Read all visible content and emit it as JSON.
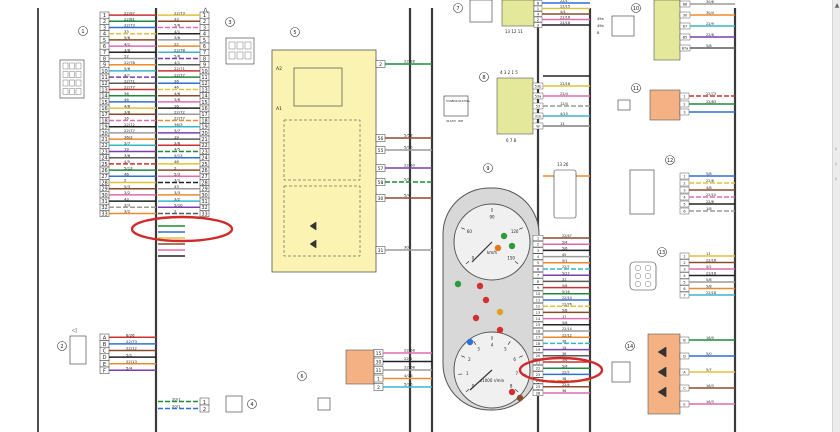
{
  "diagram": {
    "block_numbers": [
      "1",
      "2",
      "3",
      "4",
      "5",
      "6",
      "7",
      "8",
      "9",
      "10",
      "11",
      "12",
      "13",
      "14"
    ],
    "block1": {
      "pins": [
        "1",
        "2",
        "3",
        "4",
        "5",
        "6",
        "7",
        "8",
        "9",
        "10",
        "11",
        "12",
        "13",
        "14",
        "15",
        "16",
        "17",
        "18",
        "19",
        "20",
        "21",
        "22",
        "23",
        "24",
        "25",
        "26",
        "27",
        "28",
        "29",
        "30",
        "31",
        "32",
        "33"
      ],
      "wire_codes": [
        "22/97",
        "22/81",
        "22/73",
        "33",
        "5/6",
        "4/1",
        "3/6",
        "22",
        "22/78",
        "5/6",
        "4/1",
        "22/71",
        "22/77",
        "36",
        "46",
        "4/6",
        "3/6",
        "16",
        "22/72",
        "22/77",
        "36/3",
        "3/7",
        "19",
        "3/6",
        "4/5",
        "5/13",
        "46",
        "2",
        "5/3",
        "3/2",
        "43",
        "3/3",
        "3/2",
        "5/10",
        "2"
      ],
      "right_pins": [
        "1",
        "2",
        "3",
        "4",
        "5",
        "6",
        "7",
        "8",
        "9",
        "10",
        "11",
        "12",
        "13",
        "14",
        "15",
        "16",
        "17",
        "18",
        "19",
        "20",
        "21",
        "22",
        "23",
        "24",
        "25",
        "26",
        "27",
        "28",
        "29",
        "30",
        "31",
        "32",
        "33"
      ]
    },
    "block2": {
      "pins": [
        "A",
        "B",
        "C",
        "D",
        "E",
        "F"
      ],
      "wire_codes": [
        "8/26",
        "22/73",
        "22/12",
        "5/1",
        "22/13",
        "5/4"
      ]
    },
    "block5": {
      "pins": [
        "2",
        "56",
        "55",
        "57",
        "58",
        "30",
        "31"
      ],
      "wire_codes": [
        "22/58",
        "5/58",
        "5/10",
        "22/50",
        "5/1",
        "5/4",
        "30"
      ],
      "labels": [
        "A2",
        "A1",
        "A1"
      ]
    },
    "block6": {
      "pins": [
        "15",
        "30",
        "31",
        "1",
        "2"
      ],
      "wire_codes": [
        "22/68",
        "22/1",
        "22/68",
        "4/16",
        "5/16"
      ]
    },
    "block7": {
      "pins": [
        "6",
        "1",
        "4",
        "2",
        "3"
      ],
      "wire_codes": [
        "22/1",
        "22/15",
        "4/4",
        "22/16",
        "24/16"
      ],
      "bottom_pins": "13 12 11"
    },
    "block8": {
      "pins": [
        "53b",
        "53a",
        "53",
        "31b",
        "W"
      ],
      "wire_codes": [
        "22/16",
        "22/4",
        "12/4",
        "4/10",
        "13",
        "22/8",
        "22/30",
        "44/10"
      ],
      "top_pins": "4 3 2 1 5",
      "bottom_pins": "6 7 8",
      "side_labels": [
        "53ah",
        "53b",
        "31b",
        "53a",
        "31b",
        "53",
        "WH"
      ]
    },
    "block9": {
      "pins": [
        "1",
        "2",
        "3",
        "4",
        "5",
        "6",
        "7",
        "8",
        "9",
        "10",
        "11",
        "12",
        "13",
        "14",
        "15",
        "16",
        "17",
        "18",
        "19",
        "20",
        "21",
        "22",
        "23",
        "24",
        "25",
        "26"
      ],
      "wire_codes": [
        "22/47",
        "5/4",
        "5/6",
        "45",
        "5/1",
        "22/7",
        "5/17",
        "31",
        "5/8",
        "5/16",
        "22/10",
        "22/76",
        "5/8",
        "17",
        "5/6",
        "22/14",
        "22/12",
        "36",
        "14",
        "36",
        "5/6",
        "5/4",
        "22/7",
        "38",
        "22/4",
        "36"
      ],
      "top_pins": "13 26",
      "gauge_upper": {
        "marks": [
          "0",
          "60",
          "90",
          "120",
          "150"
        ],
        "label": "km/h"
      },
      "gauge_lower": {
        "marks": [
          "0",
          "1",
          "2",
          "3",
          "4",
          "5",
          "6",
          "7",
          "8"
        ],
        "label": "x1000 r/min"
      }
    },
    "block10": {
      "pins": [
        "86",
        "30",
        "87",
        "85",
        "87a"
      ],
      "side_labels": [
        "49a",
        "49b",
        "B"
      ],
      "wire_codes": [
        "30/6",
        "30/4",
        "22/9",
        "22/8",
        "5/8",
        "34/6",
        "36/6",
        "22/20"
      ]
    },
    "block11": {
      "pins": [
        "1",
        "2",
        "3"
      ],
      "wire_codes": [
        "22/73",
        "22/83"
      ]
    },
    "block12": {
      "pins": [
        "1",
        "2",
        "3",
        "4",
        "5",
        "6"
      ],
      "wire_codes": [
        "5/8",
        "22/8",
        "4/8",
        "22/10",
        "22/8",
        "1/8"
      ]
    },
    "block13": {
      "pins": [
        "1",
        "2",
        "3",
        "4",
        "5",
        "6",
        "7"
      ],
      "wire_codes": [
        "13",
        "22/16",
        "5/2",
        "22/16",
        "5/8",
        "5/8",
        "22/18"
      ]
    },
    "block14": {
      "pins": [
        "B",
        "D",
        "A",
        "C",
        "E"
      ],
      "wire_codes": [
        "16/0",
        "5/0",
        "5/7",
        "16/3",
        "16/3",
        "16/8"
      ]
    },
    "block4": {
      "pins": [
        "1",
        "2"
      ],
      "wire_codes": [
        "20/1",
        "20/1"
      ]
    }
  },
  "colors": {
    "diagram_bg": "#ffffff",
    "relay_fill": "#fbf3b2",
    "cluster_fill": "#d8d8d8",
    "dial_fill": "#f0f0f0",
    "orange_fill": "#f4b184",
    "highlight": "#d02a2a",
    "trunk": "#3a3a3a"
  }
}
